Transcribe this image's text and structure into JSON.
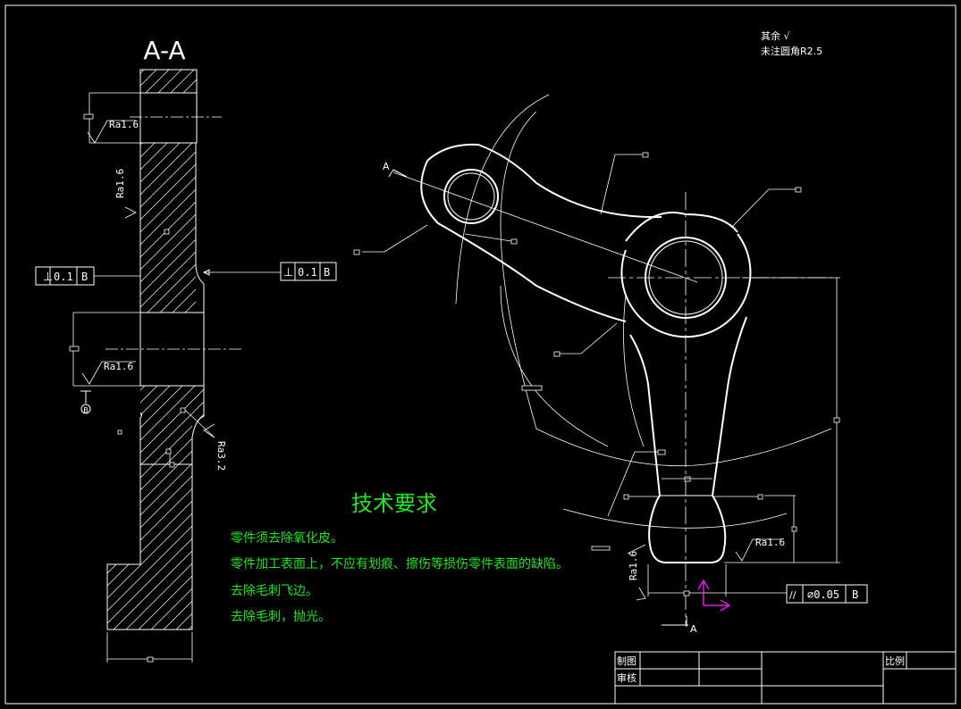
{
  "section_title": "A-A",
  "general_notes": {
    "line1": "其余 √",
    "line2": "未注圆角R2.5"
  },
  "section_label_top": "A",
  "section_label_bottom": "A",
  "roughness": {
    "ra16_a": "Ra1.6",
    "ra16_b": "Ra1.6",
    "ra16_c": "Ra1.6",
    "ra16_d": "Ra1.6",
    "ra16_e": "Ra1.6",
    "ra32": "Ra3.2"
  },
  "tolerance_frames": {
    "perp_left": {
      "symbol": "⊥",
      "value": "0.1",
      "datum": "B"
    },
    "perp_right": {
      "symbol": "⊥",
      "value": "0.1",
      "datum": "B"
    },
    "parallel": {
      "symbol": "//",
      "value": "⌀0.05",
      "datum": "B"
    }
  },
  "datum_marker": "B",
  "technical_requirements": {
    "heading": "技术要求",
    "items": [
      "零件须去除氧化皮。",
      "零件加工表面上，不应有划痕、擦伤等损伤零件表面的缺陷。",
      "去除毛刺飞边。",
      "去除毛刺，抛光。"
    ]
  },
  "title_block": {
    "drawn_by": "制图",
    "checked_by": "审核",
    "scale": "比例"
  }
}
